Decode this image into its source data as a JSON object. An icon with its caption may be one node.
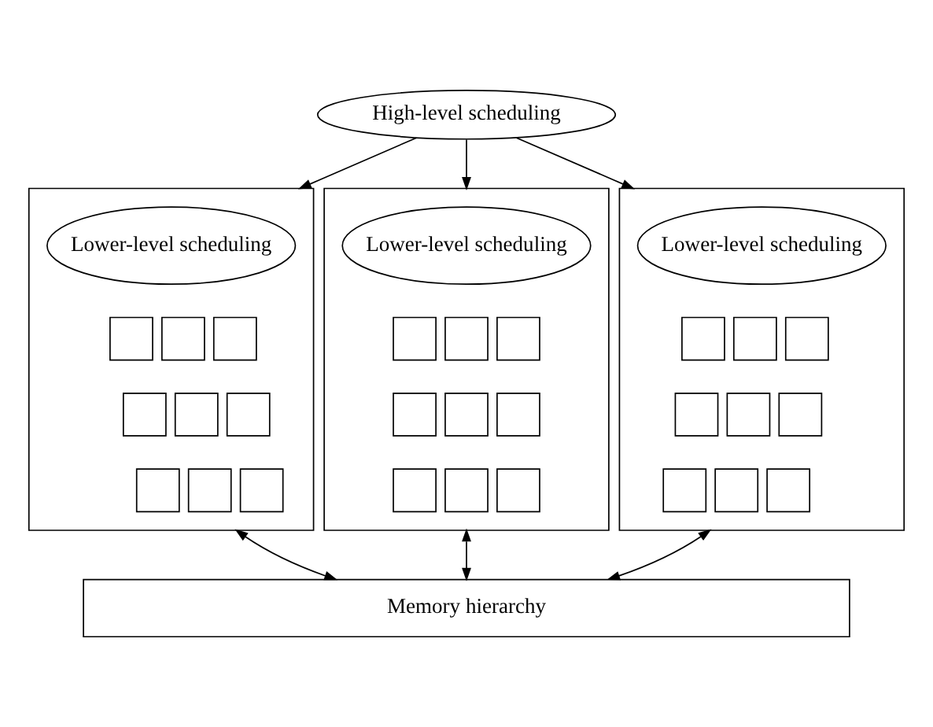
{
  "diagram": {
    "nodes": [
      {
        "text": [
          "High-level scheduling"
        ]
      },
      {
        "text": [],
        "shape": "box"
      },
      {
        "text": [
          "Lower-level scheduling"
        ],
        "in": 1
      },
      {
        "text": [],
        "shape": "box",
        "in": 1
      },
      {
        "text": [],
        "shape": "box",
        "in": 1
      },
      {
        "text": [],
        "shape": "box",
        "in": 1
      },
      {
        "text": [],
        "shape": "box",
        "in": 1
      },
      {
        "text": [],
        "shape": "box",
        "in": 1
      },
      {
        "text": [],
        "shape": "box",
        "in": 1
      },
      {
        "text": [],
        "shape": "box",
        "in": 1
      },
      {
        "text": [],
        "shape": "box",
        "in": 1
      },
      {
        "text": [],
        "shape": "box",
        "in": 1
      },
      {
        "text": [],
        "shape": "box"
      },
      {
        "text": [
          "Lower-level scheduling"
        ],
        "in": 12
      },
      {
        "text": [],
        "shape": "box",
        "in": 12
      },
      {
        "text": [],
        "shape": "box",
        "in": 12
      },
      {
        "text": [],
        "shape": "box",
        "in": 12
      },
      {
        "text": [],
        "shape": "box",
        "in": 12
      },
      {
        "text": [],
        "shape": "box",
        "in": 12
      },
      {
        "text": [],
        "shape": "box",
        "in": 12
      },
      {
        "text": [],
        "shape": "box",
        "in": 12
      },
      {
        "text": [],
        "shape": "box",
        "in": 12
      },
      {
        "text": [],
        "shape": "box",
        "in": 12
      },
      {
        "text": [],
        "shape": "box"
      },
      {
        "text": [
          "Lower-level scheduling"
        ],
        "in": 23
      },
      {
        "text": [],
        "shape": "box",
        "in": 23
      },
      {
        "text": [],
        "shape": "box",
        "in": 23
      },
      {
        "text": [],
        "shape": "box",
        "in": 23
      },
      {
        "text": [],
        "shape": "box",
        "in": 23
      },
      {
        "text": [],
        "shape": "box",
        "in": 23
      },
      {
        "text": [],
        "shape": "box",
        "in": 23
      },
      {
        "text": [],
        "shape": "box",
        "in": 23
      },
      {
        "text": [],
        "shape": "box",
        "in": 23
      },
      {
        "text": [],
        "shape": "box",
        "in": 23
      },
      {
        "text": [
          "Memory hierarchy"
        ]
      }
    ],
    "edges": [
      {
        "from": 0,
        "to": 1,
        "arrow": "to"
      },
      {
        "from": 0,
        "to": 12,
        "arrow": "to"
      },
      {
        "from": 0,
        "to": 23,
        "arrow": "to"
      },
      {
        "from": 1,
        "to": 34,
        "arrow": "both"
      },
      {
        "from": 12,
        "to": 34,
        "arrow": "both"
      },
      {
        "from": 23,
        "to": 34,
        "arrow": "both"
      }
    ]
  }
}
